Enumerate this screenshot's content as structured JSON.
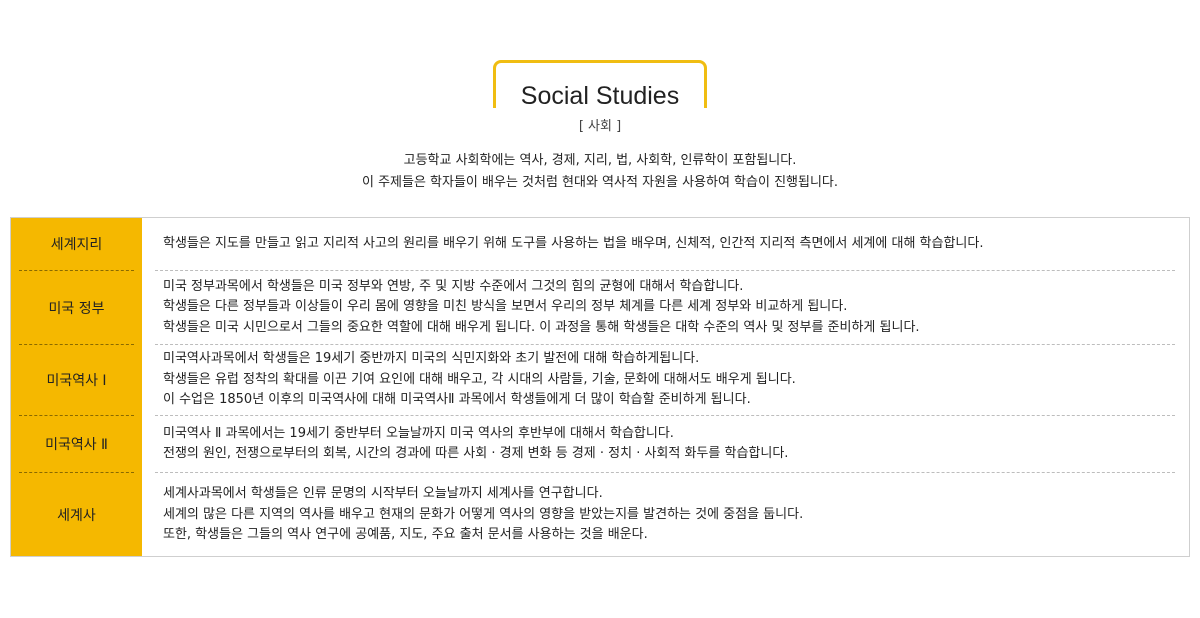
{
  "header": {
    "title": "Social Studies",
    "subtitle": "[ 사회 ]",
    "intro_lines": [
      "고등학교 사회학에는 역사, 경제, 지리, 법, 사회학, 인류학이 포함됩니다.",
      "이 주제들은 학자들이 배우는 것처럼 현대와 역사적 자원을 사용하여 학습이 진행됩니다."
    ]
  },
  "colors": {
    "accent": "#f0bd12",
    "label_bg": "#f5b800",
    "border": "#cfcfcf"
  },
  "courses": [
    {
      "label": "세계지리",
      "lines": [
        "학생들은 지도를 만들고 읽고 지리적 사고의 원리를 배우기 위해 도구를 사용하는 법을 배우며, 신체적, 인간적 지리적 측면에서 세계에 대해 학습합니다."
      ]
    },
    {
      "label": "미국 정부",
      "lines": [
        "미국 정부과목에서 학생들은 미국 정부와 연방, 주 및 지방 수준에서 그것의 힘의 균형에 대해서 학습합니다.",
        "학생들은 다른 정부들과 이상들이 우리 몸에 영향을 미친 방식을 보면서 우리의 정부 체계를 다른 세계 정부와 비교하게 됩니다.",
        "학생들은 미국 시민으로서 그들의 중요한 역할에 대해 배우게 됩니다. 이 과정을 통해 학생들은 대학 수준의 역사 및 정부를 준비하게 됩니다."
      ]
    },
    {
      "label": "미국역사 Ⅰ",
      "lines": [
        "미국역사과목에서 학생들은 19세기 중반까지 미국의 식민지화와 초기 발전에 대해 학습하게됩니다.",
        "학생들은 유럽 정착의 확대를 이끈 기여 요인에 대해 배우고, 각 시대의 사람들, 기술, 문화에 대해서도 배우게 됩니다.",
        "이 수업은 1850년 이후의 미국역사에 대해 미국역사Ⅱ 과목에서 학생들에게 더 많이 학습할 준비하게 됩니다."
      ]
    },
    {
      "label": "미국역사 Ⅱ",
      "lines": [
        "미국역사 Ⅱ 과목에서는 19세기 중반부터 오늘날까지 미국 역사의 후반부에 대해서 학습합니다.",
        "전쟁의 원인, 전쟁으로부터의 회복, 시간의 경과에 따른 사회 · 경제 변화 등 경제 · 정치 · 사회적 화두를 학습합니다."
      ]
    },
    {
      "label": "세계사",
      "lines": [
        "세계사과목에서 학생들은 인류 문명의 시작부터 오늘날까지 세계사를 연구합니다.",
        "세계의 많은 다른 지역의 역사를 배우고 현재의 문화가 어떻게 역사의 영향을 받았는지를 발견하는 것에 중점을 둡니다.",
        "또한, 학생들은 그들의 역사 연구에 공예품, 지도, 주요 출처 문서를 사용하는 것을 배운다."
      ]
    }
  ]
}
